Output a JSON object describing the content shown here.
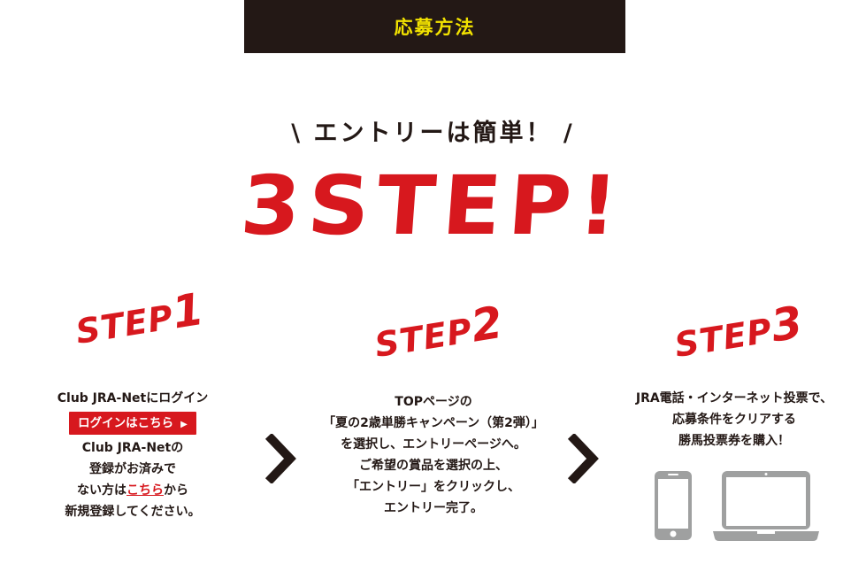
{
  "header": {
    "title": "応募方法"
  },
  "tagline": "\\ エントリーは簡単！ /",
  "big_title": "3STEP!",
  "steps": [
    {
      "label": "STEP",
      "num": "1",
      "line1": "Club JRA-Netにログイン",
      "button": "ログインはこちら",
      "line2": "Club JRA-Netの",
      "line3": "登録がお済みで",
      "line4_pre": "ない方は",
      "line4_link": "こちら",
      "line4_post": "から",
      "line5": "新規登録してください。"
    },
    {
      "label": "STEP",
      "num": "2",
      "lines": [
        "TOPページの",
        "「夏の2歳単勝キャンペーン（第2弾）」",
        "を選択し、エントリーページへ。",
        "ご希望の賞品を選択の上、",
        "「エントリー」をクリックし、",
        "エントリー完了。"
      ]
    },
    {
      "label": "STEP",
      "num": "3",
      "lines": [
        "JRA電話・インターネット投票で、",
        "応募条件をクリアする",
        "勝馬投票券を購入！"
      ]
    }
  ],
  "colors": {
    "accent": "#d7181e",
    "dark": "#231815",
    "yellow": "#f2e200",
    "device_gray": "#9fa0a0"
  },
  "icons": [
    "chevron-right-icon",
    "smartphone-icon",
    "laptop-icon"
  ]
}
